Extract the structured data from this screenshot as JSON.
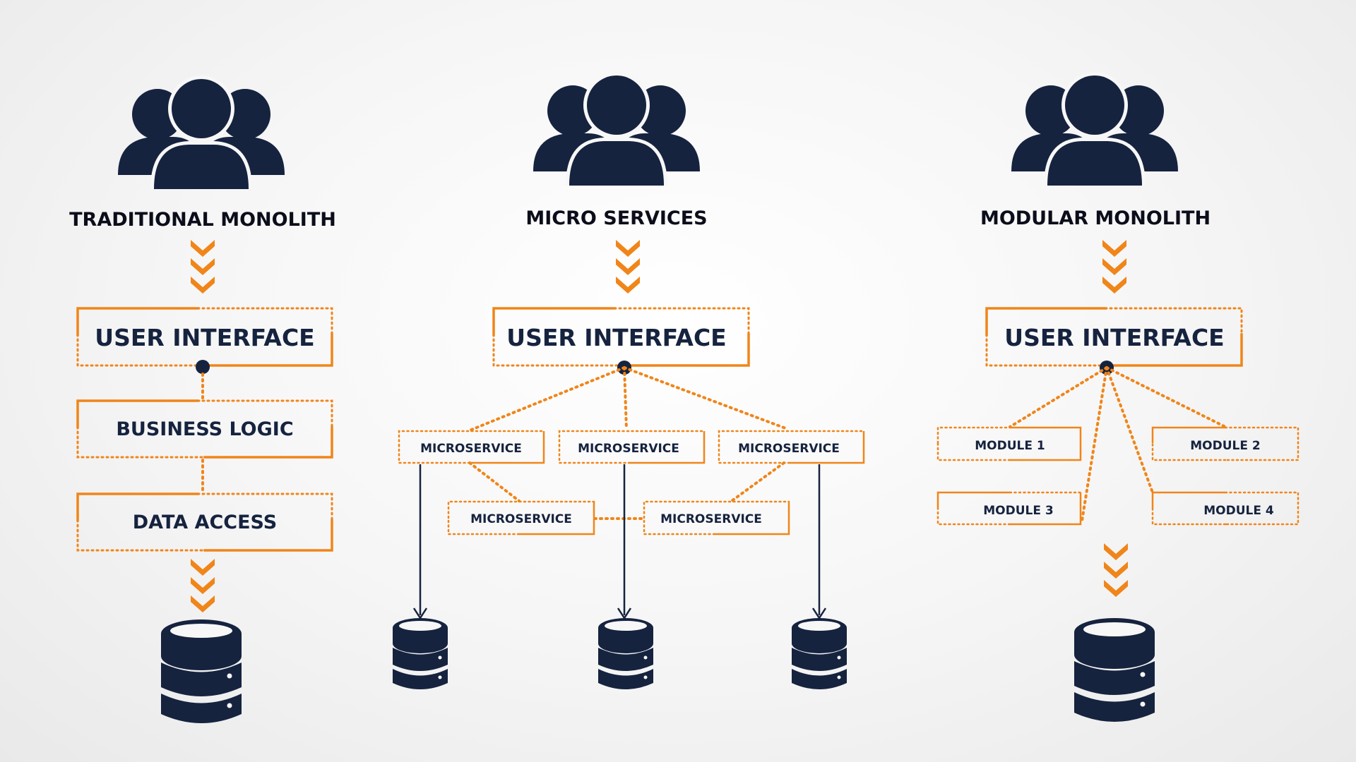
{
  "columns": {
    "traditional": {
      "title": "TRADITIONAL MONOLITH",
      "ui_label": "USER INTERFACE",
      "layers": [
        "BUSINESS LOGIC",
        "DATA ACCESS"
      ]
    },
    "micro": {
      "title": "MICRO SERVICES",
      "ui_label": "USER INTERFACE",
      "services_top": [
        "MICROSERVICE",
        "MICROSERVICE",
        "MICROSERVICE"
      ],
      "services_bottom": [
        "MICROSERVICE",
        "MICROSERVICE"
      ]
    },
    "modular": {
      "title": "MODULAR MONOLITH",
      "ui_label": "USER INTERFACE",
      "modules": [
        "MODULE 1",
        "MODULE 2",
        "MODULE 3",
        "MODULE 4"
      ]
    }
  },
  "colors": {
    "accent_orange": "#f08519",
    "navy": "#16233f",
    "background": "#f3f3f3"
  },
  "icons": [
    "users-group-icon",
    "chevron-down-icon",
    "database-icon",
    "arrow-down-icon"
  ]
}
